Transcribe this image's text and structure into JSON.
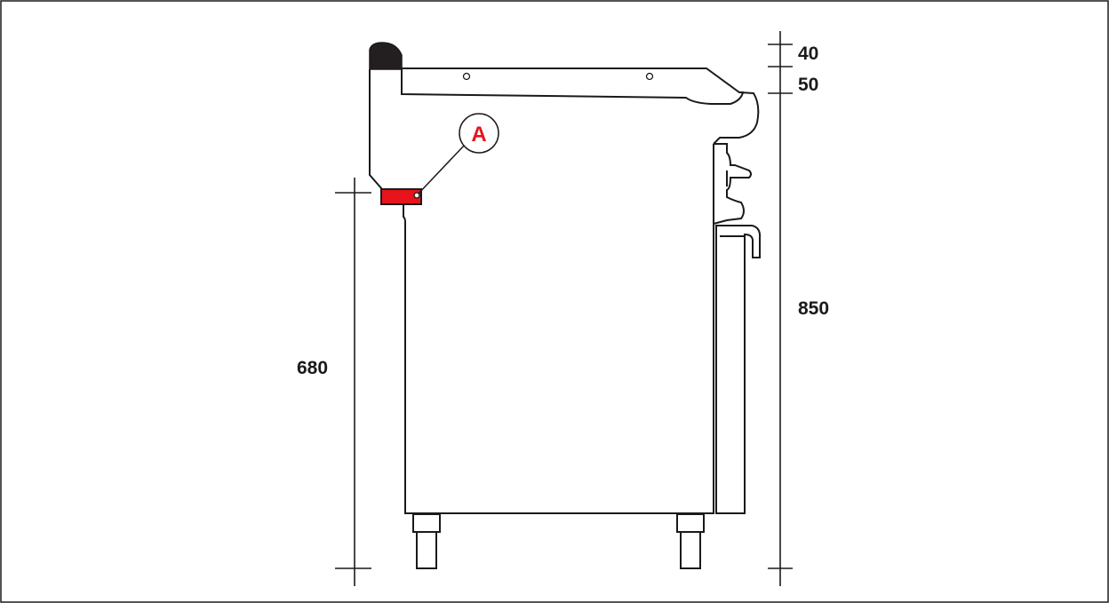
{
  "callout": {
    "letter": "A",
    "color": "#e8141b"
  },
  "dimensions": {
    "left_height": "680",
    "right_height": "850",
    "top_gap": "40",
    "second_gap": "50"
  },
  "colors": {
    "line": "#1a1a1a",
    "highlight": "#e8141b",
    "knob": "#231f20"
  }
}
